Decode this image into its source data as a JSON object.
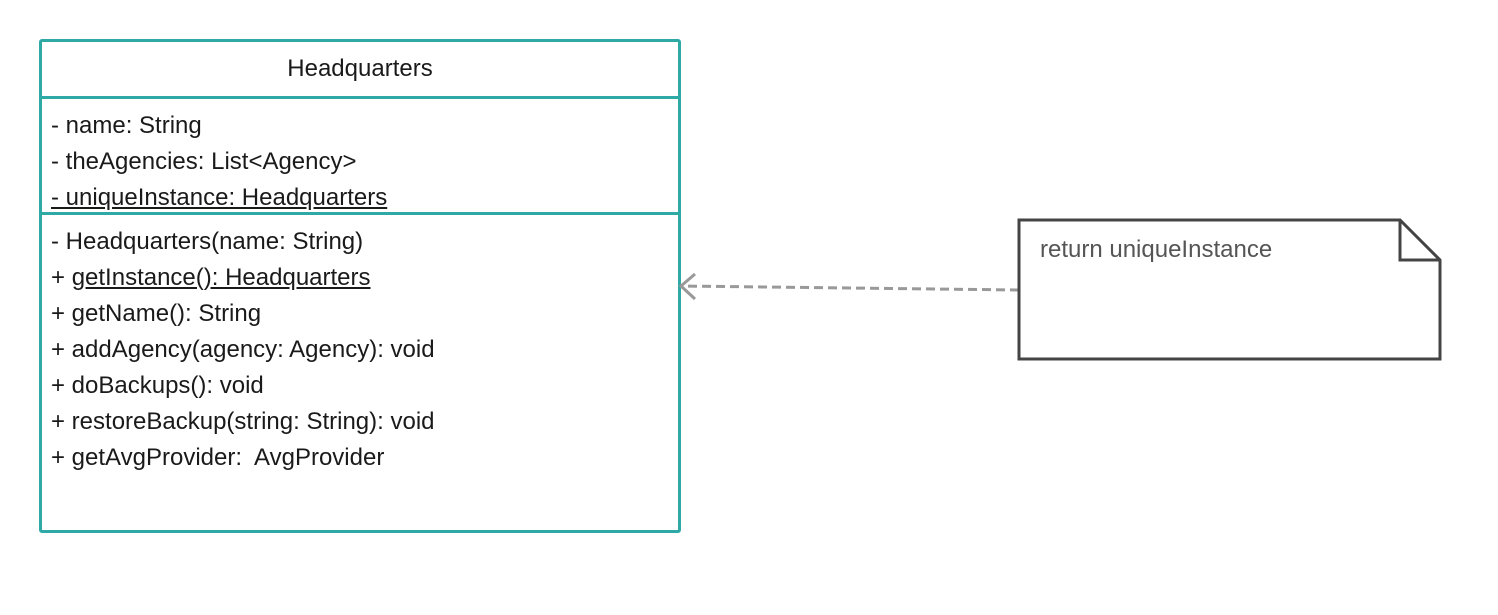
{
  "class": {
    "name": "Headquarters",
    "attributes": [
      {
        "text": "- name: String",
        "static": false
      },
      {
        "text": "- theAgencies: List<Agency>",
        "static": false
      },
      {
        "text": "- uniqueInstance: Headquarters",
        "static": true
      }
    ],
    "operations": [
      {
        "text": "- Headquarters(name: String)",
        "static": false
      },
      {
        "prefix": "+ ",
        "text": "getInstance(): Headquarters",
        "static": true
      },
      {
        "text": "+ getName(): String",
        "static": false
      },
      {
        "text": "+ addAgency(agency: Agency): void",
        "static": false
      },
      {
        "text": "+ doBackups(): void",
        "static": false
      },
      {
        "text": "+ restoreBackup(string: String): void",
        "static": false
      },
      {
        "text": "+ getAvgProvider:  AvgProvider",
        "static": false
      }
    ]
  },
  "note": {
    "text": "return uniqueInstance"
  },
  "colors": {
    "class_border": "#2ea9a6",
    "note_border": "#444444",
    "connector": "#999999"
  }
}
